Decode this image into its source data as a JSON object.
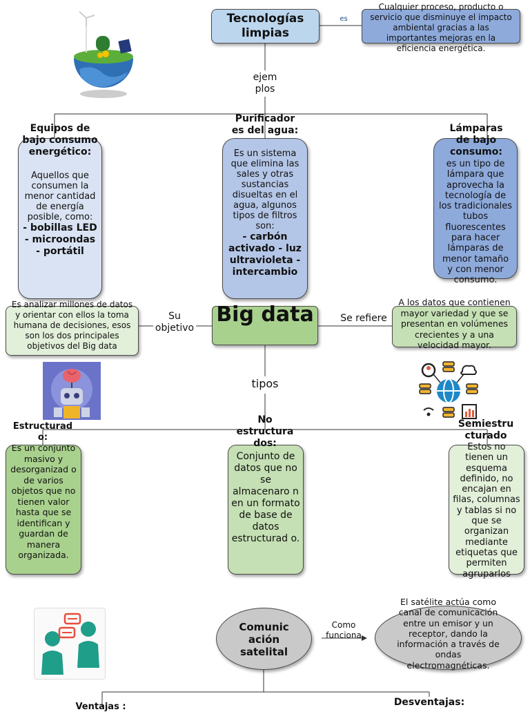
{
  "colors": {
    "light_blue": "#bcd6ee",
    "blue": "#8eaadb",
    "pale_blue": "#d9e3f3",
    "mid_blue": "#b4c6e7",
    "green": "#a9d18e",
    "pale_green": "#e2efd9",
    "mid_green": "#c5e0b4",
    "gray": "#c9c9c9",
    "line": "#333333"
  },
  "tech": {
    "title": "Tecnologías limpias",
    "rel_es": "es",
    "definition": "Cualquier proceso, producto o servicio que disminuye el impacto ambiental gracias a las importantes mejoras en la eficiencia energética.",
    "rel_ejemplos": "ejem plos",
    "col1_title": "Equipos de bajo consumo energético:",
    "col1_text": "Aquellos que consumen la menor cantidad de energía posible, como:",
    "col1_items": "- bobillas LED - microondas - portátil",
    "col2_title": "Purificador es del agua:",
    "col2_text": "Es un sistema que elimina las sales y otras sustancias disueltas en el agua, algunos tipos de filtros son:",
    "col2_items": "- carbón activado - luz ultravioleta - intercambio",
    "col3_title": "Lámparas de bajo consumo:",
    "col3_text": "es un tipo de lámpara que aprovecha la tecnología de los tradicionales tubos fluorescentes para hacer lámparas de menor tamaño y con menor consumo."
  },
  "bigdata": {
    "title": "Big data",
    "rel_objetivo": "Su objetivo",
    "objetivo_text": "Es analizar millones de datos y orientar con ellos la toma humana de decisiones, esos son los dos principales objetivos del Big data",
    "rel_refiere": "Se refiere",
    "refiere_text": "A los datos que contienen mayor variedad y que se presentan en volúmenes crecientes y a una velocidad mayor.",
    "rel_tipos": "tipos",
    "t1_title": "Estructurad o:",
    "t1_text": "Es un conjunto masivo y desorganizad o de varios objetos que no tienen valor hasta que se identifican y guardan de manera organizada.",
    "t2_title": "No estructura dos:",
    "t2_text": "Conjunto de datos que no se almacenaro n en un formato de base de datos estructurad o.",
    "t3_title": "Semiestru cturado",
    "t3_text": "Estos no tienen un esquema definido, no encajan en filas, columnas y tablas si no que se organizan mediante etiquetas que permiten agruparlos"
  },
  "satelital": {
    "title": "Comunic ación satelital",
    "rel_funciona": "Como funciona",
    "funciona_text": "El satélite actúa como canal de comunicación entre un emisor y un receptor, dando la información a través de ondas electromagnéticas.",
    "ventajas": "Ventajas :",
    "desventajas": "Desventajas:"
  },
  "icons": [
    "earth-clean-energy-icon",
    "robot-brain-icon",
    "data-network-icon",
    "people-chat-icon"
  ]
}
